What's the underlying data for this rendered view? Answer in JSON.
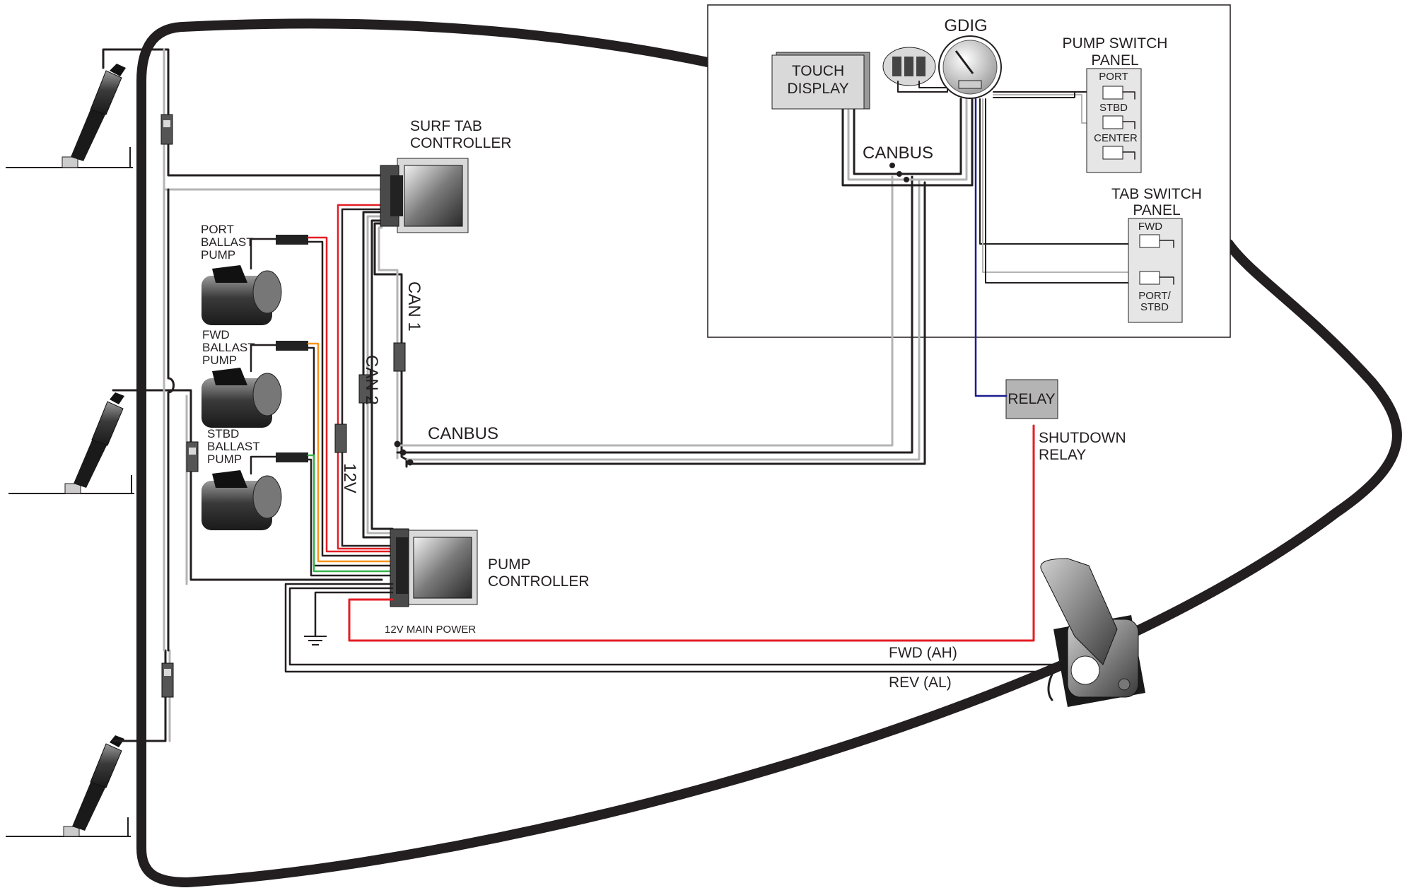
{
  "labels": {
    "gdig": "GDIG",
    "touch_display_1": "TOUCH",
    "touch_display_2": "DISPLAY",
    "pump_switch_panel_1": "PUMP SWITCH",
    "pump_switch_panel_2": "PANEL",
    "pump_port": "PORT",
    "pump_stbd": "STBD",
    "pump_center": "CENTER",
    "tab_switch_panel_1": "TAB SWITCH",
    "tab_switch_panel_2": "PANEL",
    "tab_fwd": "FWD",
    "tab_portstbd_1": "PORT/",
    "tab_portstbd_2": "STBD",
    "canbus_top": "CANBUS",
    "canbus_mid": "CANBUS",
    "surf_tab_1": "SURF TAB",
    "surf_tab_2": "CONTROLLER",
    "port_ballast_1": "PORT",
    "port_ballast_2": "BALLAST",
    "port_ballast_3": "PUMP",
    "fwd_ballast_1": "FWD",
    "fwd_ballast_2": "BALLAST",
    "fwd_ballast_3": "PUMP",
    "stbd_ballast_1": "STBD",
    "stbd_ballast_2": "BALLAST",
    "stbd_ballast_3": "PUMP",
    "can1": "CAN 1",
    "can2": "CAN 2",
    "v12": "12V",
    "relay": "RELAY",
    "shutdown_relay_1": "SHUTDOWN",
    "shutdown_relay_2": "RELAY",
    "pump_controller_1": "PUMP",
    "pump_controller_2": "CONTROLLER",
    "main_power": "12V MAIN POWER",
    "fwd_ah": "FWD (AH)",
    "rev_al": "REV (AL)"
  },
  "colors": {
    "hull": "#231f20",
    "wire_black": "#231f20",
    "wire_gray": "#b4b4b4",
    "wire_red": "#e31e24",
    "wire_orange": "#f7941d",
    "wire_green": "#39b54a",
    "wire_blue": "#1b1b8f",
    "relay_fill": "#b4b4b4",
    "panel_fill": "#e6e6e6",
    "display_fill": "#d9d9d9"
  }
}
